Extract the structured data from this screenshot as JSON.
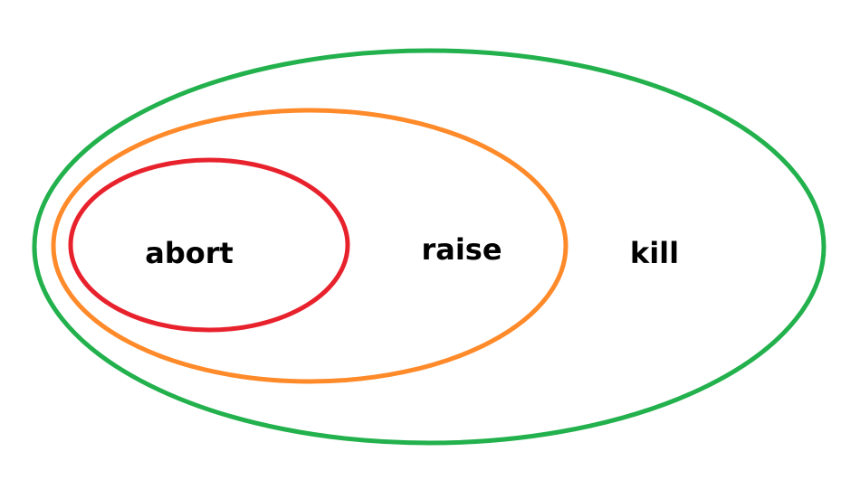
{
  "diagram": {
    "sets": [
      {
        "label": "kill",
        "color": "#22b14c"
      },
      {
        "label": "raise",
        "color": "#ff8a2a"
      },
      {
        "label": "abort",
        "color": "#e8222d"
      }
    ]
  }
}
